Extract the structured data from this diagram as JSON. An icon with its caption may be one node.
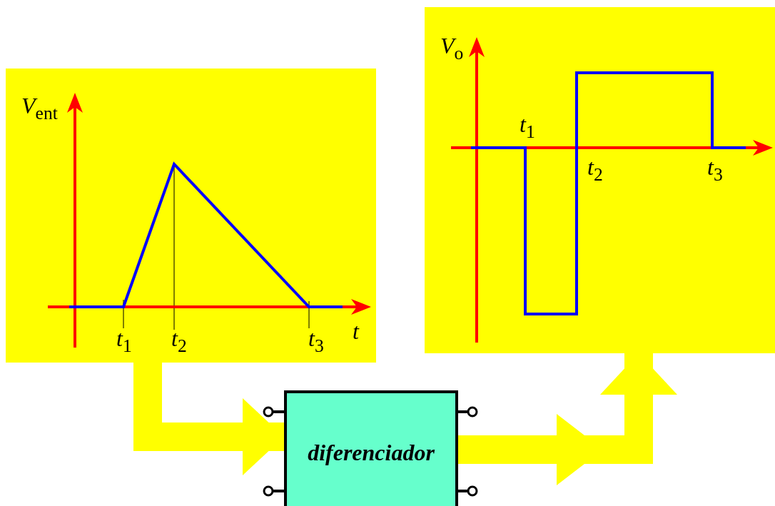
{
  "diagram": {
    "nodes": [
      {
        "text": [
          "*V*$_{ent}$",
          "*t*$_{1}$",
          "*t*$_{2}$",
          "*t*$_{3}$",
          "t"
        ]
      },
      {
        "text": [
          "*V*$_{o}$",
          "*t*$_{1}$",
          "*t*$_{2}$",
          "*t*$_{3}$"
        ]
      },
      {
        "text": [
          "diferenciador"
        ]
      }
    ],
    "edges": [
      {
        "from": 0,
        "to": 2,
        "arrow": "to"
      },
      {
        "from": 2,
        "to": 1,
        "arrow": "to"
      }
    ]
  }
}
